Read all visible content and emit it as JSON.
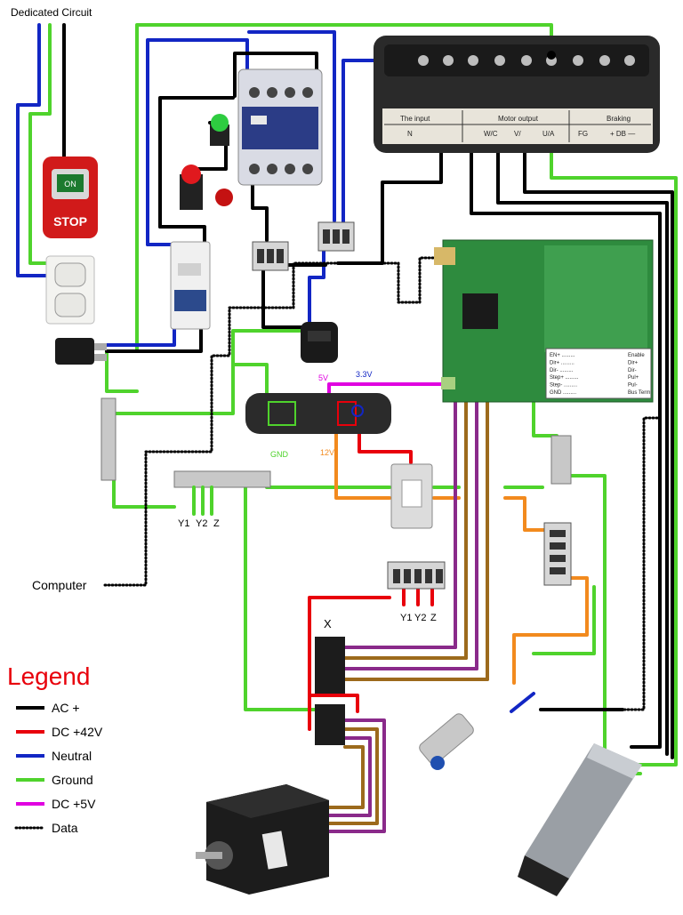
{
  "colors": {
    "ac": "#000000",
    "dc42": "#e8000b",
    "neutral": "#1226c4",
    "ground": "#4fd32c",
    "dc5": "#e000e0",
    "orange": "#f28a1e",
    "purple": "#8a2a8a",
    "brown": "#9c6a1c"
  },
  "labels": {
    "dedicated_circuit": "Dedicated Circuit",
    "computer": "Computer",
    "gnd": "GND",
    "v5": "5V",
    "v33": "3.3V",
    "v12": "12V",
    "x": "X",
    "y1": "Y1",
    "y2": "Y2",
    "z": "Z"
  },
  "switch": {
    "on_label": "ON",
    "stop_label": "STOP"
  },
  "vfd": {
    "input": "The input",
    "motor_output": "Motor output",
    "braking": "Braking",
    "n": "N",
    "w": "W/C",
    "v": "V/",
    "u": "U/A",
    "fg": "FG",
    "db": "+ DB —"
  },
  "board_pins": [
    "Enable",
    "Dir+",
    "Dir-",
    "Pul+",
    "Pul-",
    "Bus Term"
  ],
  "board_pin_prefix": [
    "EN+",
    "Dir+",
    "Dir-",
    "Step+",
    "Step-",
    "GND"
  ],
  "legend": {
    "title": "Legend",
    "items": [
      {
        "label": "AC +",
        "color": "#000000",
        "style": "solid"
      },
      {
        "label": "DC +42V",
        "color": "#e8000b",
        "style": "solid"
      },
      {
        "label": "Neutral",
        "color": "#1226c4",
        "style": "solid"
      },
      {
        "label": "Ground",
        "color": "#4fd32c",
        "style": "solid"
      },
      {
        "label": "DC +5V",
        "color": "#e000e0",
        "style": "solid"
      },
      {
        "label": "Data",
        "color": "#000000",
        "style": "dotted"
      }
    ]
  }
}
